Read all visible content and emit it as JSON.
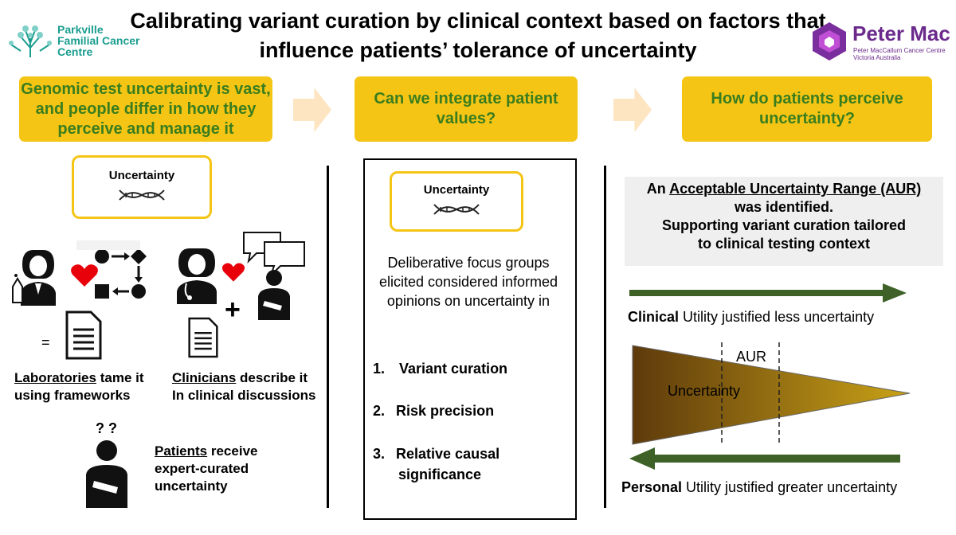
{
  "title": {
    "line1": "Calibrating variant curation by clinical context based on factors that",
    "line2": "influence patients’ tolerance of  uncertainty"
  },
  "logos": {
    "left": {
      "line1": "Parkville",
      "line2": "Familial Cancer",
      "line3": "Centre"
    },
    "right": {
      "name": "Peter Mac",
      "sub1": "Peter MacCallum Cancer Centre",
      "sub2": "Victoria Australia"
    }
  },
  "steps": [
    {
      "text": "Genomic test uncertainty is vast, and people differ in how they perceive and manage it"
    },
    {
      "text": "Can we integrate patient values?"
    },
    {
      "text": "How do patients perceive uncertainty?"
    }
  ],
  "left": {
    "uncertainty_label": "Uncertainty",
    "equals": "=",
    "labs": {
      "bold": "Laboratories",
      "rest1": " tame it",
      "rest2": "using frameworks"
    },
    "clinicians": {
      "bold": "Clinicians",
      "rest1": " describe it",
      "rest2": "In clinical discussions"
    },
    "question_marks": "? ?",
    "patients": {
      "bold": "Patients",
      "rest1": " receive",
      "rest2": "expert-curated",
      "rest3": "uncertainty"
    }
  },
  "middle": {
    "uncertainty_label": "Uncertainty",
    "description": "Deliberative focus groups elicited considered informed opinions on uncertainty in",
    "items": [
      {
        "num": "1.",
        "text": "Variant curation"
      },
      {
        "num": "2.",
        "text": "Risk precision"
      },
      {
        "num": "3.",
        "text": "Relative causal",
        "text2": "significance"
      }
    ]
  },
  "right": {
    "aur": {
      "prefix": "An ",
      "link": "Acceptable Uncertainty Range (AUR)",
      "line2": "was identified.",
      "line3": "Supporting variant curation tailored",
      "line4": "to clinical testing context"
    },
    "clinical": {
      "bold": "Clinical",
      "rest": " Utility justified less uncertainty"
    },
    "triangle_label": "Uncertainty",
    "aur_label": "AUR",
    "personal": {
      "bold": "Personal",
      "rest": " Utility justified greater  uncertainty"
    }
  },
  "colors": {
    "yellow": "#f5c515",
    "green_text": "#3a7d1e",
    "arrow_green": "#3d6127",
    "heart": "#e8000b",
    "peach": "#fde5c2",
    "purple": "#6b2a8c"
  }
}
